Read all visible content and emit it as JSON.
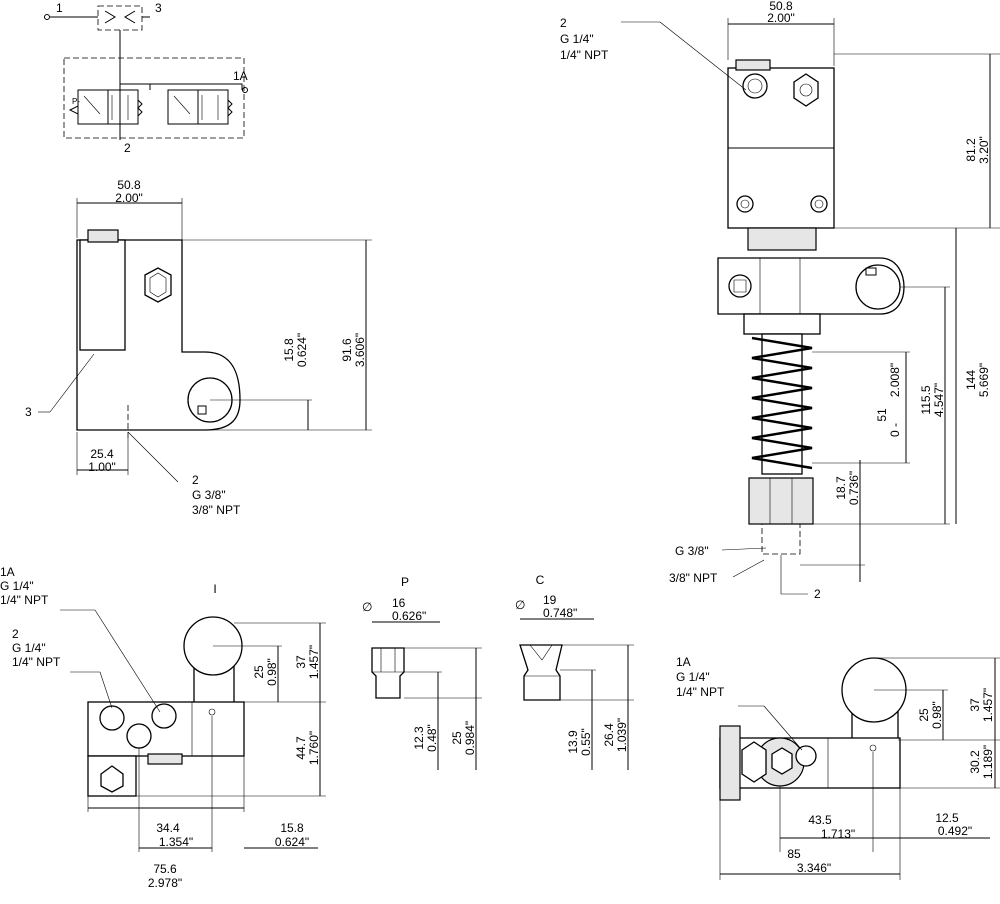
{
  "schematic": {
    "port_1": "1",
    "port_3": "3",
    "port_1a": "1A",
    "port_2": "2",
    "pilot": "P-"
  },
  "side_view": {
    "width_mm": "50.8",
    "width_in": "2.00\"",
    "offset_mm": "25.4",
    "offset_in": "1.00\"",
    "pin_mm": "15.8",
    "pin_in": "0.624\"",
    "height_mm": "91.6",
    "height_in": "3.606\"",
    "callout_3": "3",
    "callout_2": "2",
    "thread_g": "G 3/8\"",
    "thread_npt": "3/8\" NPT"
  },
  "front_view": {
    "port_label": "2",
    "port_g": "G 1/4\"",
    "port_npt": "1/4\" NPT",
    "width_mm": "50.8",
    "width_in": "2.00\"",
    "block_mm": "81.2",
    "block_in": "3.20\"",
    "stroke_mm": "51",
    "stroke_in": "2.008\"",
    "stroke_prefix": "0 -",
    "pivot_mm": "115.5",
    "pivot_in": "4.547\"",
    "total_mm": "144",
    "total_in": "5.669\"",
    "bottom_mm": "18.7",
    "bottom_in": "0.736\"",
    "thread_g": "G 3/8\"",
    "thread_npt": "3/8\" NPT",
    "callout_2": "2"
  },
  "bottom_left": {
    "port_1a": "1A",
    "port_1a_g": "G 1/4\"",
    "port_1a_npt": "1/4\" NPT",
    "port_2": "2",
    "port_2_g": "G 1/4\"",
    "port_2_npt": "1/4\" NPT",
    "variant": "I",
    "ball_mm": "25",
    "ball_in": "0.98\"",
    "top_mm": "37",
    "top_in": "1.457\"",
    "side_mm": "44.7",
    "side_in": "1.760\"",
    "center_mm": "34.4",
    "center_in": "1.354\"",
    "edge_mm": "15.8",
    "edge_in": "0.624\"",
    "overall_mm": "75.6",
    "overall_in": "2.978\""
  },
  "variant_p": {
    "label": "P",
    "dia_symbol": "∅",
    "dia_mm": "16",
    "dia_in": "0.626\"",
    "low_mm": "12.3",
    "low_in": "0.48\"",
    "high_mm": "25",
    "high_in": "0.984\""
  },
  "variant_c": {
    "label": "C",
    "dia_symbol": "∅",
    "dia_mm": "19",
    "dia_in": "0.748\"",
    "low_mm": "13.9",
    "low_in": "0.55\"",
    "high_mm": "26.4",
    "high_in": "1.039\""
  },
  "bottom_right": {
    "port_1a": "1A",
    "port_1a_g": "G 1/4\"",
    "port_1a_npt": "1/4\" NPT",
    "ball_mm": "25",
    "ball_in": "0.98\"",
    "top_mm": "37",
    "top_in": "1.457\"",
    "side_mm": "30.2",
    "side_in": "1.189\"",
    "off_mm": "12.5",
    "off_in": "0.492\"",
    "center_mm": "43.5",
    "center_in": "1.713\"",
    "overall_mm": "85",
    "overall_in": "3.346\""
  }
}
